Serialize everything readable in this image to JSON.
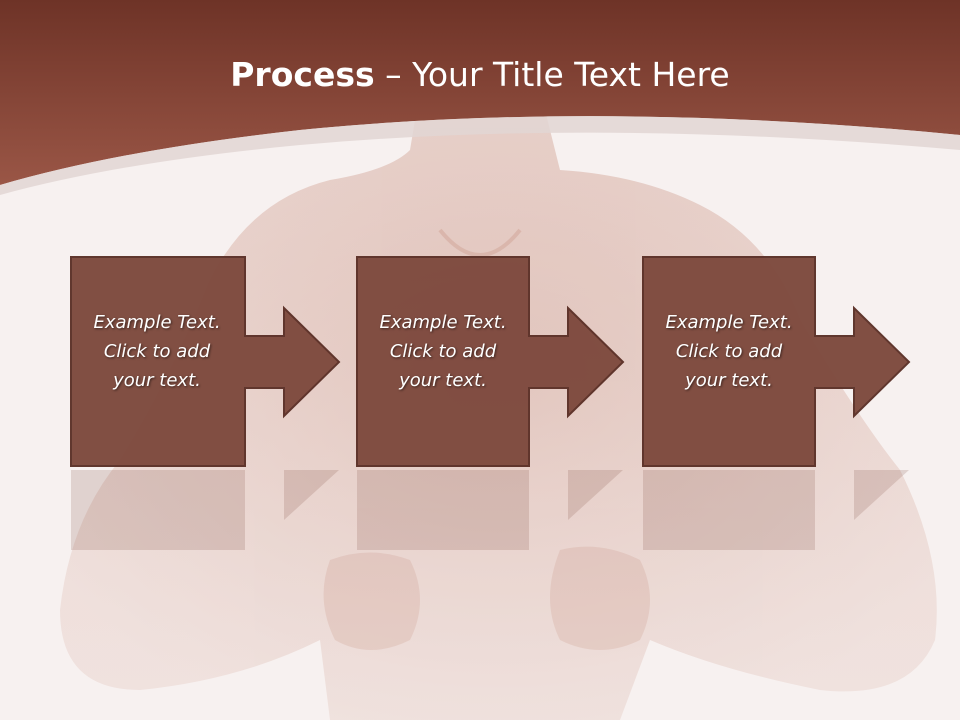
{
  "title": {
    "bold": "Process",
    "rest": " – Your Title Text Here"
  },
  "steps": [
    {
      "lines": [
        "Example Text.",
        "Click  to add",
        "your text."
      ]
    },
    {
      "lines": [
        "Example Text.",
        "Click  to add",
        "your text."
      ]
    },
    {
      "lines": [
        "Example Text.",
        "Click  to add",
        "your text."
      ]
    }
  ],
  "colors": {
    "header": "#8a4a3c",
    "box": "#7e4a3e",
    "box_border": "#5c3128",
    "background": "#f7f1f0"
  }
}
